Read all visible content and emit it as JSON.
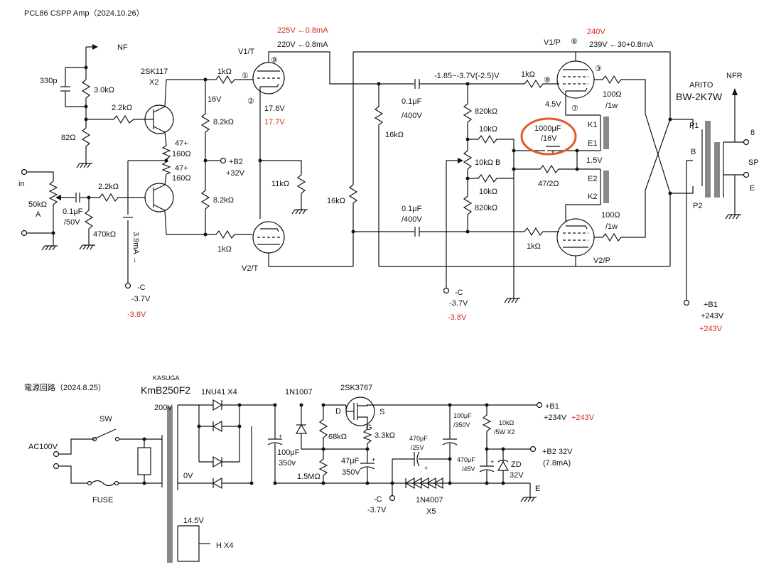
{
  "colors": {
    "wire": "#111111",
    "highlight": "#d22c1e",
    "core": "#888888"
  },
  "amp": {
    "title": "PCL86 CSPP Amp（2024.10.26）",
    "nf": "NF",
    "nfr": "NFR",
    "c330p": "330p",
    "r3k": "3.0kΩ",
    "r82": "82Ω",
    "r2k2a": "2.2kΩ",
    "r2k2b": "2.2kΩ",
    "jfet": "2SK117",
    "jfet_x": "X2",
    "r47a": "47+",
    "r160a": "160Ω",
    "r47b": "47+",
    "r160b": "160Ω",
    "in": "in",
    "pot": "50kΩ",
    "pot_a": "A",
    "c01": "0.1μF",
    "c01v": "/50V",
    "r470k": "470kΩ",
    "cur39": "3.9mA →",
    "negc_l": "-C",
    "negc_l_v": "-3.7V",
    "negc_l_red": "-3.8V",
    "r1k_t": "1kΩ",
    "r1k_b": "1kΩ",
    "v16": "16V",
    "r8k2a": "8.2kΩ",
    "r8k2b": "8.2kΩ",
    "b2": "+B2",
    "b2v": "+32V",
    "v1t": "V1/T",
    "v2t": "V2/T",
    "pin1": "①",
    "pin2": "②",
    "pin9": "⑨",
    "v225": "225V ←0.8mA",
    "v220": "220V ←0.8mA",
    "v176": "17.6V",
    "v177": "17.7V",
    "r11k": "11kΩ",
    "r16ka": "16kΩ",
    "r16kb": "16kΩ",
    "c01u_t": "0.1μF",
    "c01u_tv": "/400V",
    "c01u_b": "0.1μF",
    "c01u_bv": "/400V",
    "bias": "-1.85~-3.7V(-2.5)V",
    "r820a": "820kΩ",
    "r820b": "820kΩ",
    "r10ka": "10kΩ",
    "r10kb": "10kΩ B",
    "r10kc": "10kΩ",
    "negc_m": "-C",
    "negc_m_v": "-3.7V",
    "negc_m_red": "-3.8V",
    "r1k_g1": "1kΩ",
    "r1k_g2": "1kΩ",
    "pin8": "⑧",
    "v45": "4.5V",
    "pin7": "⑦",
    "ck": "1000μF",
    "ckv": "/16V",
    "r47_2": "47/2Ω",
    "v15": "1.5V",
    "k1": "K1",
    "e1": "E1",
    "e2": "E2",
    "k2": "K2",
    "v1p": "V1/P",
    "v2p": "V2/P",
    "pin6": "⑥",
    "pin3": "③",
    "v240": "240V",
    "v239": "239V ←30+0.8mA",
    "r100a": "100Ω",
    "r100av": "/1w",
    "r100b": "100Ω",
    "r100bv": "/1w",
    "arito": "ARITO",
    "xfmr": "BW-2K7W",
    "p1": "P1",
    "b": "B",
    "p2": "P2",
    "s8": "8",
    "sp": "SP",
    "se": "E",
    "b1": "+B1",
    "b1v": "+243V",
    "b1red": "+243V"
  },
  "psu": {
    "title": "電源回路（2024.8.25）",
    "kasuga": "KASUGA",
    "ptrans": "KmB250F2",
    "v200": "200V",
    "v0": "0V",
    "v145": "14.5V",
    "hx4": "H X4",
    "sw": "SW",
    "ac": "AC100V",
    "fuse": "FUSE",
    "diodes": "1NU41 X4",
    "d1n1007": "1N1007",
    "mosfet": "2SK3767",
    "pin_d": "D",
    "pin_s": "S",
    "pin_g": "G",
    "c100u": "100μF",
    "c100uv": "350v",
    "r68k": "68kΩ",
    "r1m5": "1.5MΩ",
    "r3k3": "3.3kΩ",
    "c47u": "47μF",
    "c47uv": "350V",
    "c470a": "470μF",
    "c470av": "/25V",
    "c100ub": "100μF",
    "c100ubv": "/350V",
    "c470b": "470μF",
    "c470bv": "/45V",
    "r10k5w": "10kΩ",
    "r10k5wv": "/5W X2",
    "zd": "ZD",
    "zdv": "32V",
    "b1": "+B1",
    "b1v": "+234V",
    "b1red": "+243V",
    "b2": "+B2 32V",
    "b2c": "(7.8mA)",
    "negc": "-C",
    "negcv": "-3.7V",
    "d1n4007": "1N4007",
    "d1n4007x": "X5",
    "gnd_e": "E"
  }
}
